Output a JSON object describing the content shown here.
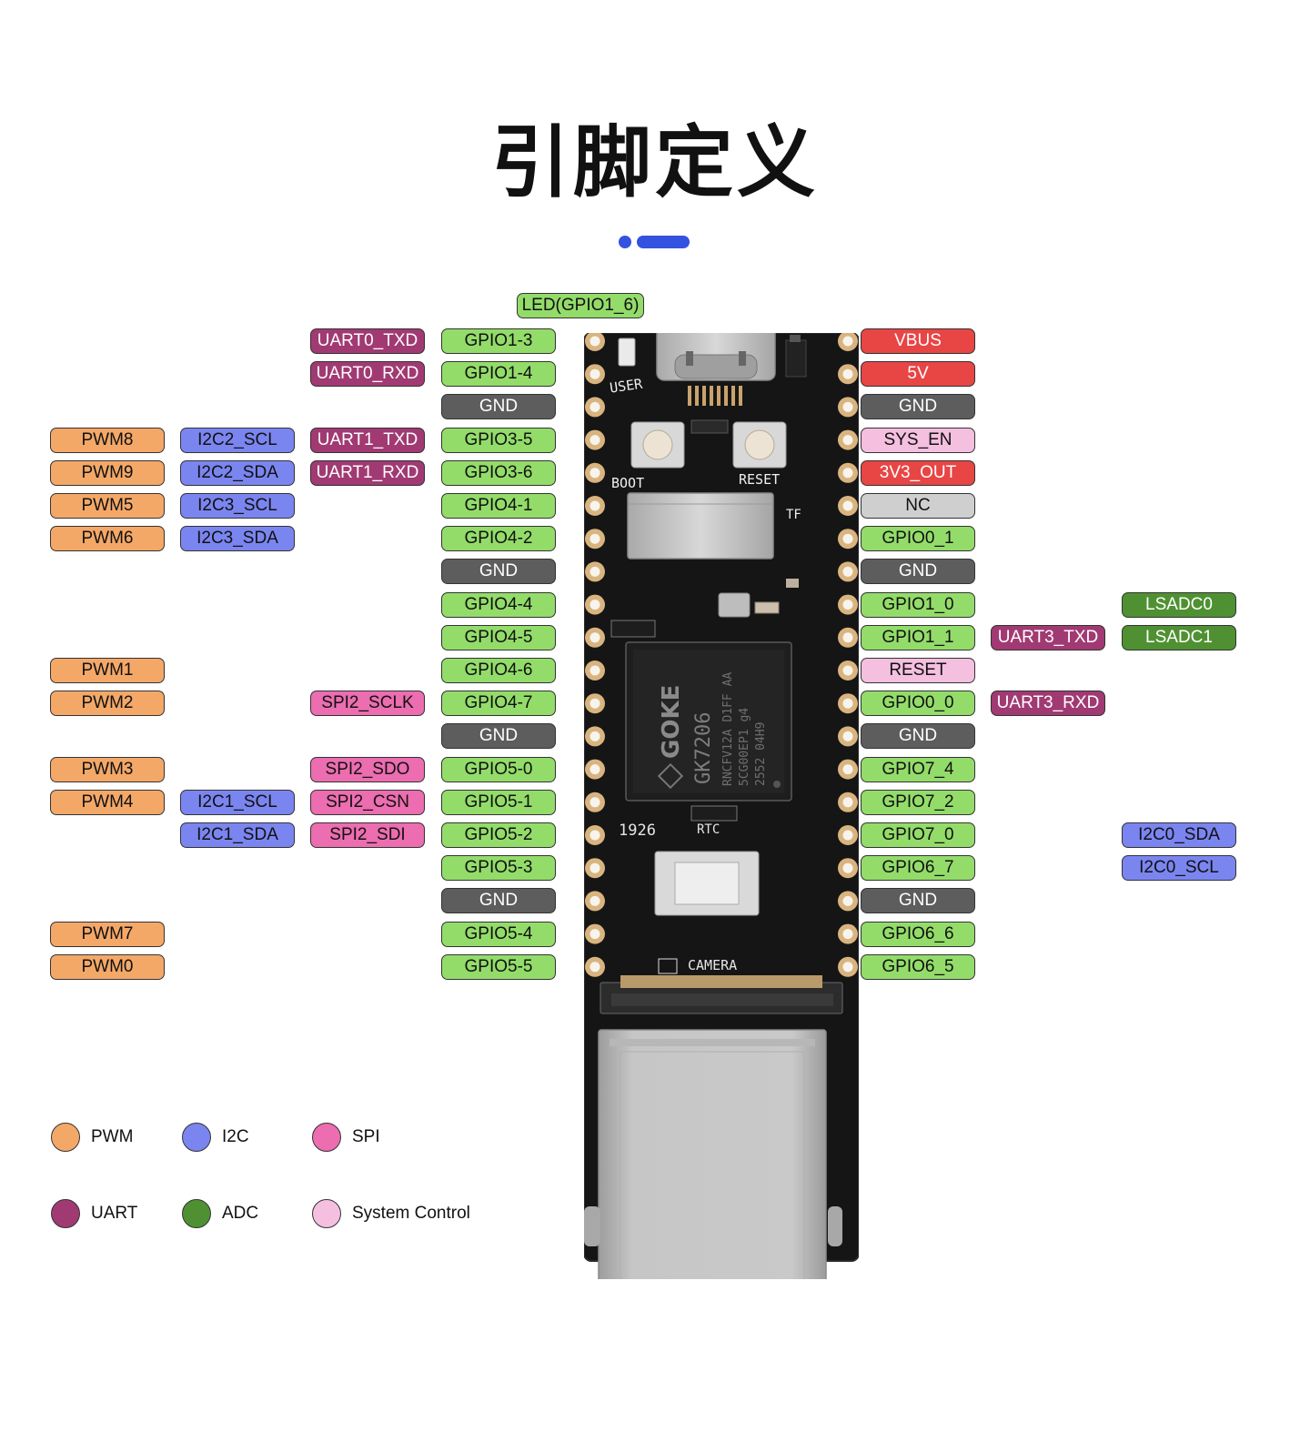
{
  "title": "引脚定义",
  "colors": {
    "GPIO": "#93dc6a",
    "GND": "#5d5d5d",
    "PWR": "#e84545",
    "NC": "#cfcfcf",
    "PWM": "#f4a868",
    "I2C": "#7b85f0",
    "SPI": "#ec6db0",
    "UART": "#a13a73",
    "ADC": "#4f9132",
    "SYS": "#f5bfe0",
    "board": "#151515",
    "pad": "#d9b47f",
    "metal": "#c3c3c3",
    "accent": "#3452e0"
  },
  "led_label": "LED(GPIO1_6)",
  "board": {
    "silkscreen": {
      "user": "USER",
      "boot": "BOOT",
      "reset": "RESET",
      "tf": "TF",
      "rtc": "RTC",
      "camera": "CAMERA",
      "serial": "1926",
      "chip_brand": "GOKE",
      "chip_model": "GK7206",
      "chip_line1": "RNCFV12A D1FF AA",
      "chip_line2": "5CG00EP1 g4",
      "chip_line3": "2552  04H9"
    }
  },
  "pins": {
    "left": [
      {
        "gpio": "GPIO1-3",
        "t": "GPIO",
        "funcs": [
          null,
          null,
          {
            "label": "UART0_TXD",
            "t": "UART"
          }
        ]
      },
      {
        "gpio": "GPIO1-4",
        "t": "GPIO",
        "funcs": [
          null,
          null,
          {
            "label": "UART0_RXD",
            "t": "UART"
          }
        ]
      },
      {
        "gpio": "GND",
        "t": "GND",
        "funcs": [
          null,
          null,
          null
        ]
      },
      {
        "gpio": "GPIO3-5",
        "t": "GPIO",
        "funcs": [
          {
            "label": "PWM8",
            "t": "PWM"
          },
          {
            "label": "I2C2_SCL",
            "t": "I2C"
          },
          {
            "label": "UART1_TXD",
            "t": "UART"
          }
        ]
      },
      {
        "gpio": "GPIO3-6",
        "t": "GPIO",
        "funcs": [
          {
            "label": "PWM9",
            "t": "PWM"
          },
          {
            "label": "I2C2_SDA",
            "t": "I2C"
          },
          {
            "label": "UART1_RXD",
            "t": "UART"
          }
        ]
      },
      {
        "gpio": "GPIO4-1",
        "t": "GPIO",
        "funcs": [
          {
            "label": "PWM5",
            "t": "PWM"
          },
          {
            "label": "I2C3_SCL",
            "t": "I2C"
          },
          null
        ]
      },
      {
        "gpio": "GPIO4-2",
        "t": "GPIO",
        "funcs": [
          {
            "label": "PWM6",
            "t": "PWM"
          },
          {
            "label": "I2C3_SDA",
            "t": "I2C"
          },
          null
        ]
      },
      {
        "gpio": "GND",
        "t": "GND",
        "funcs": [
          null,
          null,
          null
        ]
      },
      {
        "gpio": "GPIO4-4",
        "t": "GPIO",
        "funcs": [
          null,
          null,
          null
        ]
      },
      {
        "gpio": "GPIO4-5",
        "t": "GPIO",
        "funcs": [
          null,
          null,
          null
        ]
      },
      {
        "gpio": "GPIO4-6",
        "t": "GPIO",
        "funcs": [
          {
            "label": "PWM1",
            "t": "PWM"
          },
          null,
          null
        ]
      },
      {
        "gpio": "GPIO4-7",
        "t": "GPIO",
        "funcs": [
          {
            "label": "PWM2",
            "t": "PWM"
          },
          null,
          {
            "label": "SPI2_SCLK",
            "t": "SPI"
          }
        ]
      },
      {
        "gpio": "GND",
        "t": "GND",
        "funcs": [
          null,
          null,
          null
        ]
      },
      {
        "gpio": "GPIO5-0",
        "t": "GPIO",
        "funcs": [
          {
            "label": "PWM3",
            "t": "PWM"
          },
          null,
          {
            "label": "SPI2_SDO",
            "t": "SPI"
          }
        ]
      },
      {
        "gpio": "GPIO5-1",
        "t": "GPIO",
        "funcs": [
          {
            "label": "PWM4",
            "t": "PWM"
          },
          {
            "label": "I2C1_SCL",
            "t": "I2C"
          },
          {
            "label": "SPI2_CSN",
            "t": "SPI"
          }
        ]
      },
      {
        "gpio": "GPIO5-2",
        "t": "GPIO",
        "funcs": [
          null,
          {
            "label": "I2C1_SDA",
            "t": "I2C"
          },
          {
            "label": "SPI2_SDI",
            "t": "SPI"
          }
        ]
      },
      {
        "gpio": "GPIO5-3",
        "t": "GPIO",
        "funcs": [
          null,
          null,
          null
        ]
      },
      {
        "gpio": "GND",
        "t": "GND",
        "funcs": [
          null,
          null,
          null
        ]
      },
      {
        "gpio": "GPIO5-4",
        "t": "GPIO",
        "funcs": [
          {
            "label": "PWM7",
            "t": "PWM"
          },
          null,
          null
        ]
      },
      {
        "gpio": "GPIO5-5",
        "t": "GPIO",
        "funcs": [
          {
            "label": "PWM0",
            "t": "PWM"
          },
          null,
          null
        ]
      }
    ],
    "right": [
      {
        "gpio": "VBUS",
        "t": "PWR",
        "funcs": [
          null,
          null
        ]
      },
      {
        "gpio": "5V",
        "t": "PWR",
        "funcs": [
          null,
          null
        ]
      },
      {
        "gpio": "GND",
        "t": "GND",
        "funcs": [
          null,
          null
        ]
      },
      {
        "gpio": "SYS_EN",
        "t": "SYS",
        "funcs": [
          null,
          null
        ]
      },
      {
        "gpio": "3V3_OUT",
        "t": "PWR",
        "funcs": [
          null,
          null
        ]
      },
      {
        "gpio": "NC",
        "t": "NC",
        "funcs": [
          null,
          null
        ]
      },
      {
        "gpio": "GPIO0_1",
        "t": "GPIO",
        "funcs": [
          null,
          null
        ]
      },
      {
        "gpio": "GND",
        "t": "GND",
        "funcs": [
          null,
          null
        ]
      },
      {
        "gpio": "GPIO1_0",
        "t": "GPIO",
        "funcs": [
          null,
          {
            "label": "LSADC0",
            "t": "ADC"
          }
        ]
      },
      {
        "gpio": "GPIO1_1",
        "t": "GPIO",
        "funcs": [
          {
            "label": "UART3_TXD",
            "t": "UART"
          },
          {
            "label": "LSADC1",
            "t": "ADC"
          }
        ]
      },
      {
        "gpio": "RESET",
        "t": "SYS",
        "funcs": [
          null,
          null
        ]
      },
      {
        "gpio": "GPIO0_0",
        "t": "GPIO",
        "funcs": [
          {
            "label": "UART3_RXD",
            "t": "UART"
          },
          null
        ]
      },
      {
        "gpio": "GND",
        "t": "GND",
        "funcs": [
          null,
          null
        ]
      },
      {
        "gpio": "GPIO7_4",
        "t": "GPIO",
        "funcs": [
          null,
          null
        ]
      },
      {
        "gpio": "GPIO7_2",
        "t": "GPIO",
        "funcs": [
          null,
          null
        ]
      },
      {
        "gpio": "GPIO7_0",
        "t": "GPIO",
        "funcs": [
          null,
          {
            "label": "I2C0_SDA",
            "t": "I2C"
          }
        ]
      },
      {
        "gpio": "GPIO6_7",
        "t": "GPIO",
        "funcs": [
          null,
          {
            "label": "I2C0_SCL",
            "t": "I2C"
          }
        ]
      },
      {
        "gpio": "GND",
        "t": "GND",
        "funcs": [
          null,
          null
        ]
      },
      {
        "gpio": "GPIO6_6",
        "t": "GPIO",
        "funcs": [
          null,
          null
        ]
      },
      {
        "gpio": "GPIO6_5",
        "t": "GPIO",
        "funcs": [
          null,
          null
        ]
      }
    ]
  },
  "legend": [
    {
      "label": "PWM",
      "t": "PWM"
    },
    {
      "label": "I2C",
      "t": "I2C"
    },
    {
      "label": "SPI",
      "t": "SPI"
    },
    {
      "label": "UART",
      "t": "UART"
    },
    {
      "label": "ADC",
      "t": "ADC"
    },
    {
      "label": "System Control",
      "t": "SYS"
    }
  ]
}
